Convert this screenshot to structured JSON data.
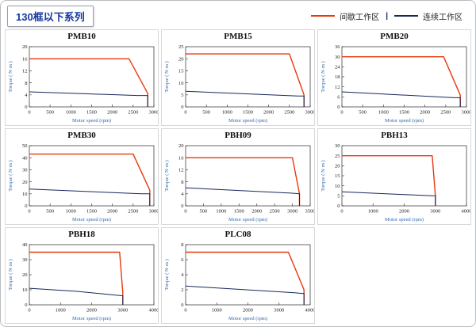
{
  "header": {
    "title": "130框以下系列"
  },
  "legend": {
    "intermittent_label": "间歇工作区",
    "continuous_label": "连续工作区",
    "separator": "|",
    "red": "#e8380d",
    "blue": "#16275c"
  },
  "axis": {
    "x_label": "Motor speed (rpm)",
    "y_label": "Torque ( N·m )",
    "label_color": "#2e6bb0"
  },
  "chart_data": [
    {
      "type": "line",
      "name": "PMB10",
      "xlim": [
        0,
        3000
      ],
      "xticks": [
        0,
        500,
        1000,
        1500,
        2000,
        2500,
        3000
      ],
      "ylim": [
        0,
        20
      ],
      "yticks": [
        0,
        4,
        8,
        12,
        16,
        20
      ],
      "series": [
        {
          "name": "间歇工作区",
          "color": "red",
          "points": [
            [
              0,
              16
            ],
            [
              2400,
              16
            ],
            [
              2850,
              4.5
            ],
            [
              2850,
              0
            ]
          ]
        },
        {
          "name": "连续工作区",
          "color": "blue",
          "points": [
            [
              0,
              5
            ],
            [
              2600,
              3.8
            ],
            [
              2850,
              3.8
            ],
            [
              2850,
              0
            ]
          ]
        }
      ]
    },
    {
      "type": "line",
      "name": "PMB15",
      "xlim": [
        0,
        3000
      ],
      "xticks": [
        0,
        500,
        1000,
        1500,
        2000,
        2500,
        3000
      ],
      "ylim": [
        0,
        25
      ],
      "yticks": [
        0,
        5,
        10,
        15,
        20,
        25
      ],
      "series": [
        {
          "name": "间歇工作区",
          "color": "red",
          "points": [
            [
              0,
              22
            ],
            [
              2500,
              22
            ],
            [
              2850,
              5
            ],
            [
              2850,
              0
            ]
          ]
        },
        {
          "name": "连续工作区",
          "color": "blue",
          "points": [
            [
              0,
              6.5
            ],
            [
              2700,
              4.5
            ],
            [
              2850,
              4.5
            ],
            [
              2850,
              0
            ]
          ]
        }
      ]
    },
    {
      "type": "line",
      "name": "PMB20",
      "xlim": [
        0,
        3000
      ],
      "xticks": [
        0,
        500,
        1000,
        1500,
        2000,
        2500,
        3000
      ],
      "ylim": [
        0,
        36
      ],
      "yticks": [
        0,
        6,
        12,
        18,
        24,
        30,
        36
      ],
      "series": [
        {
          "name": "间歇工作区",
          "color": "red",
          "points": [
            [
              0,
              30
            ],
            [
              2450,
              30
            ],
            [
              2850,
              7
            ],
            [
              2850,
              0
            ]
          ]
        },
        {
          "name": "连续工作区",
          "color": "blue",
          "points": [
            [
              0,
              9
            ],
            [
              2700,
              5.5
            ],
            [
              2850,
              5.5
            ],
            [
              2850,
              0
            ]
          ]
        }
      ]
    },
    {
      "type": "line",
      "name": "PMB30",
      "xlim": [
        0,
        3000
      ],
      "xticks": [
        0,
        500,
        1000,
        1500,
        2000,
        2500,
        3000
      ],
      "ylim": [
        0,
        50
      ],
      "yticks": [
        0,
        10,
        20,
        30,
        40,
        50
      ],
      "series": [
        {
          "name": "间歇工作区",
          "color": "red",
          "points": [
            [
              0,
              43
            ],
            [
              2500,
              43
            ],
            [
              2900,
              13
            ],
            [
              2900,
              0
            ]
          ]
        },
        {
          "name": "连续工作区",
          "color": "blue",
          "points": [
            [
              0,
              14
            ],
            [
              2700,
              10
            ],
            [
              2900,
              10
            ],
            [
              2900,
              0
            ]
          ]
        }
      ]
    },
    {
      "type": "line",
      "name": "PBH09",
      "xlim": [
        0,
        3500
      ],
      "xticks": [
        0,
        500,
        1000,
        1500,
        2000,
        2500,
        3000,
        3500
      ],
      "ylim": [
        0,
        20
      ],
      "yticks": [
        0,
        4,
        8,
        12,
        16,
        20
      ],
      "series": [
        {
          "name": "间歇工作区",
          "color": "red",
          "points": [
            [
              0,
              16
            ],
            [
              3000,
              16
            ],
            [
              3200,
              4
            ],
            [
              3200,
              0
            ]
          ]
        },
        {
          "name": "连续工作区",
          "color": "blue",
          "points": [
            [
              0,
              6
            ],
            [
              3000,
              4.2
            ],
            [
              3200,
              4
            ],
            [
              3200,
              0
            ]
          ]
        }
      ]
    },
    {
      "type": "line",
      "name": "PBH13",
      "xlim": [
        0,
        4000
      ],
      "xticks": [
        0,
        1000,
        2000,
        3000,
        4000
      ],
      "ylim": [
        0,
        30
      ],
      "yticks": [
        0,
        5,
        10,
        15,
        20,
        25,
        30
      ],
      "series": [
        {
          "name": "间歇工作区",
          "color": "red",
          "points": [
            [
              0,
              25
            ],
            [
              2900,
              25
            ],
            [
              3000,
              5
            ],
            [
              3000,
              0
            ]
          ]
        },
        {
          "name": "连续工作区",
          "color": "blue",
          "points": [
            [
              0,
              7
            ],
            [
              2900,
              5
            ],
            [
              3000,
              5
            ],
            [
              3000,
              0
            ]
          ]
        }
      ]
    },
    {
      "type": "line",
      "name": "PBH18",
      "xlim": [
        0,
        4000
      ],
      "xticks": [
        0,
        1000,
        2000,
        3000,
        4000
      ],
      "ylim": [
        0,
        40
      ],
      "yticks": [
        0,
        10,
        20,
        30,
        40
      ],
      "series": [
        {
          "name": "间歇工作区",
          "color": "red",
          "points": [
            [
              0,
              35
            ],
            [
              2900,
              35
            ],
            [
              3000,
              8
            ],
            [
              3000,
              0
            ]
          ]
        },
        {
          "name": "连续工作区",
          "color": "blue",
          "points": [
            [
              0,
              11
            ],
            [
              1500,
              9
            ],
            [
              3000,
              6
            ],
            [
              3000,
              0
            ]
          ]
        }
      ]
    },
    {
      "type": "line",
      "name": "PLC08",
      "xlim": [
        0,
        4000
      ],
      "xticks": [
        0,
        1000,
        2000,
        3000,
        4000
      ],
      "ylim": [
        0,
        8
      ],
      "yticks": [
        0,
        2,
        4,
        6,
        8
      ],
      "series": [
        {
          "name": "间歇工作区",
          "color": "red",
          "points": [
            [
              0,
              7
            ],
            [
              3300,
              7
            ],
            [
              3800,
              2
            ],
            [
              3800,
              0
            ]
          ]
        },
        {
          "name": "连续工作区",
          "color": "blue",
          "points": [
            [
              0,
              2.5
            ],
            [
              3500,
              1.6
            ],
            [
              3800,
              1.5
            ],
            [
              3800,
              0
            ]
          ]
        }
      ]
    }
  ]
}
